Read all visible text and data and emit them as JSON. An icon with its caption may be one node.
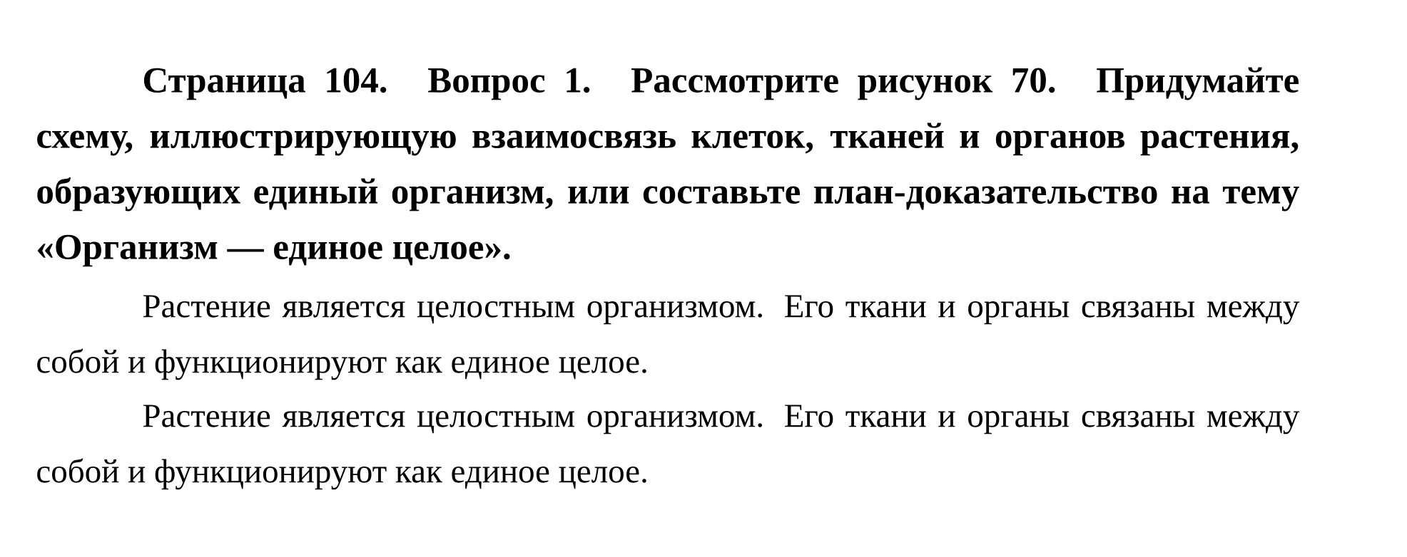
{
  "diagram": {
    "title": "Страница 104. Вопрос 1. Рассмотрите рисунок 70. Придумайте схему, иллюстрирующую взаимосвязь клеток, тканей и органов растения, образующих единый организм, или составьте план-доказательство на тему «Организм — единое целое».",
    "labels": [
      "Растение является целостным организмом. Его ткани и органы связаны между собой и функционируют как единое целое.",
      "Растение является целостным организмом. Его ткани и органы связаны между собой и функционируют как единое целое."
    ]
  }
}
